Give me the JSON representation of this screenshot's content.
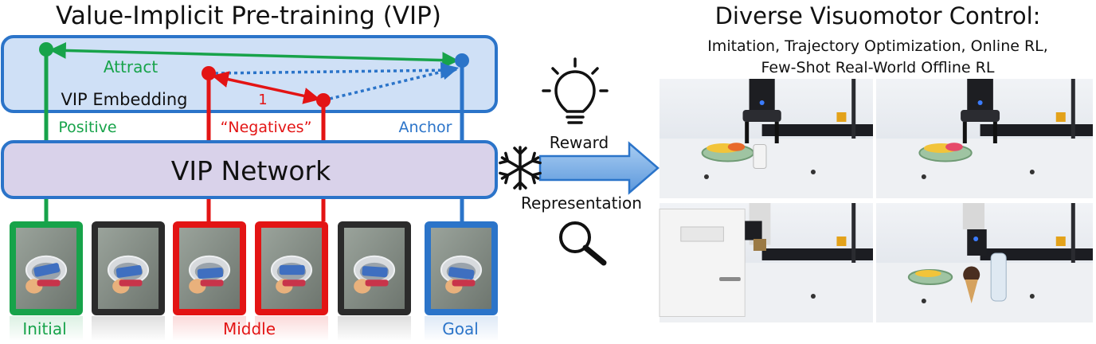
{
  "left": {
    "title": "Value-Implicit Pre-training (VIP)",
    "embedding_label": "VIP Embedding",
    "attract_label": "Attract",
    "one_label": "1",
    "positive_label": "Positive",
    "negatives_label": "“Negatives”",
    "anchor_label": "Anchor",
    "network_label": "VIP Network",
    "frames": [
      {
        "role": "initial"
      },
      {
        "role": "other"
      },
      {
        "role": "middle"
      },
      {
        "role": "middle"
      },
      {
        "role": "other"
      },
      {
        "role": "goal"
      }
    ],
    "initial_label": "Initial",
    "middle_label": "Middle",
    "goal_label": "Goal"
  },
  "center": {
    "reward_label": "Reward",
    "representation_label": "Representation",
    "icons": [
      "lightbulb-icon",
      "snowflake-icon",
      "magnifier-icon"
    ]
  },
  "right": {
    "title": "Diverse Visuomotor Control:",
    "subtitle_line1": "Imitation, Trajectory Optimization, Online RL,",
    "subtitle_line2": "Few-Shot Real-World Offline RL"
  },
  "colors": {
    "green": "#17a34a",
    "red": "#e31414",
    "blue": "#2b74c9",
    "embedding_fill": "#cfe0f6",
    "network_fill": "#d9d2ea",
    "frame_dark": "#2b2b2b"
  }
}
